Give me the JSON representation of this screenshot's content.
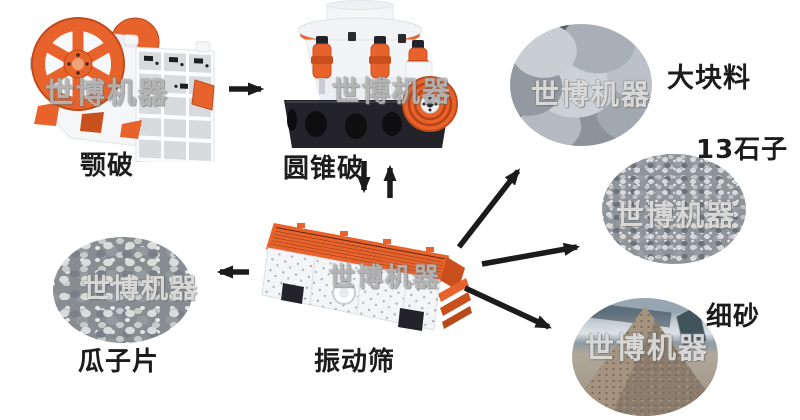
{
  "watermark": {
    "text": "世博机器"
  },
  "flow": {
    "machines": {
      "jaw": {
        "label": "颚破"
      },
      "cone": {
        "label": "圆锥破"
      },
      "screen": {
        "label": "振动筛"
      }
    },
    "products": {
      "large": {
        "label": "大块料"
      },
      "stone13": {
        "label": "13石子"
      },
      "sand": {
        "label": "细砂"
      },
      "chips": {
        "label": "瓜子片"
      }
    },
    "arrows": [
      {
        "id": "jaw-to-cone",
        "from": "颚破",
        "to": "圆锥破",
        "direction": "right"
      },
      {
        "id": "cone-to-screen",
        "from": "圆锥破",
        "to": "振动筛",
        "direction": "down"
      },
      {
        "id": "screen-to-cone",
        "from": "振动筛",
        "to": "圆锥破",
        "direction": "up"
      },
      {
        "id": "screen-to-chips",
        "from": "振动筛",
        "to": "瓜子片",
        "direction": "left"
      },
      {
        "id": "screen-to-large",
        "from": "振动筛",
        "to": "大块料",
        "direction": "up-right"
      },
      {
        "id": "screen-to-stone13",
        "from": "振动筛",
        "to": "13石子",
        "direction": "right"
      },
      {
        "id": "screen-to-sand",
        "from": "振动筛",
        "to": "细砂",
        "direction": "down-right"
      }
    ],
    "colors": {
      "machine_orange": "#e8632c",
      "machine_orange_dark": "#c9501d",
      "machine_dark": "#232329",
      "arrow": "#1b1b1b",
      "label_text": "#1c1c1c",
      "background": "#ffffff"
    }
  }
}
